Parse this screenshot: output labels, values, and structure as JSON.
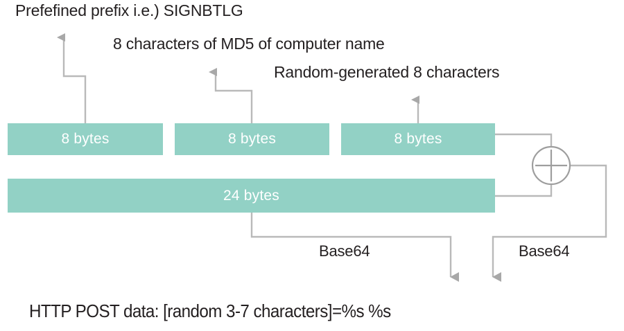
{
  "diagram": {
    "type": "data-construction-flow",
    "palette": {
      "block_fill": "#92d1c5",
      "block_text": "#ffffff",
      "connector": "#a8a8a8",
      "text": "#231f20",
      "background": "#ffffff"
    },
    "blocks": [
      {
        "id": "prefix-block",
        "label": "8 bytes"
      },
      {
        "id": "md5-block",
        "label": "8 bytes"
      },
      {
        "id": "random-block",
        "label": "8 bytes"
      },
      {
        "id": "combined-block",
        "label": "24 bytes"
      }
    ],
    "annotations": [
      {
        "id": "prefix-annotation",
        "text": "Prefefined prefix i.e.) SIGNBTLG"
      },
      {
        "id": "md5-annotation",
        "text": "8 characters of MD5 of computer name"
      },
      {
        "id": "random-annotation",
        "text": "Random-generated 8 characters"
      }
    ],
    "edge_labels": [
      {
        "id": "base64-left",
        "text": "Base64"
      },
      {
        "id": "base64-right",
        "text": "Base64"
      }
    ],
    "operator": {
      "id": "xor-operator",
      "glyph": "plus-in-circle"
    },
    "footer": {
      "text": "HTTP POST data: [random 3-7 characters]=%s %s"
    }
  }
}
